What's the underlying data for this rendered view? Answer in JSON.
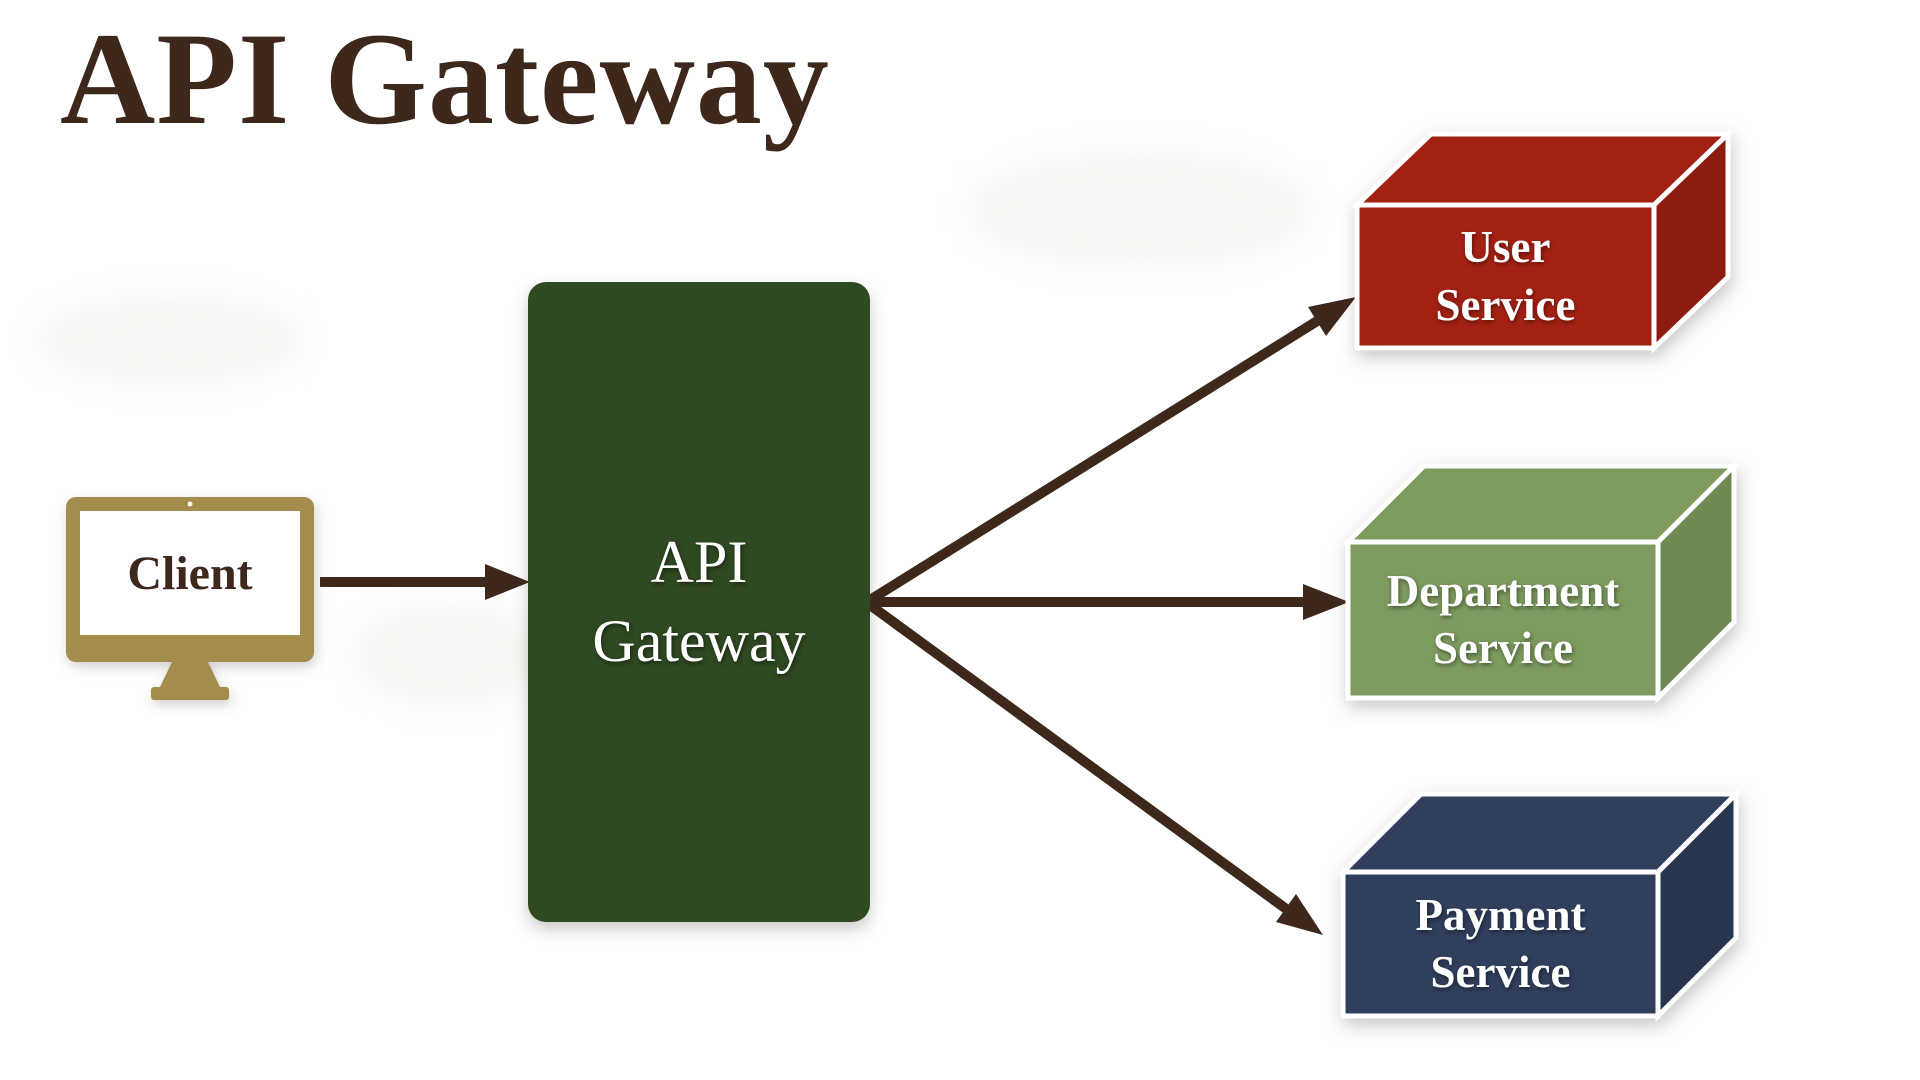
{
  "title": "API Gateway",
  "client": {
    "label": "Client",
    "icon": "desktop-monitor-icon"
  },
  "gateway": {
    "line1": "API",
    "line2": "Gateway"
  },
  "services": [
    {
      "name": "User Service",
      "line1": "User",
      "line2": "Service"
    },
    {
      "name": "Department Service",
      "line1": "Department",
      "line2": "Service"
    },
    {
      "name": "Payment Service",
      "line1": "Payment",
      "line2": "Service"
    }
  ],
  "colors": {
    "brown": "#3D281B",
    "gold": "#A48C4D",
    "gateway_green": "#2F4922",
    "user_red": "#A32113",
    "user_red_side": "#8D1C0F",
    "dept_green": "#7D9B5F",
    "dept_green_side": "#6E8A52",
    "payment_navy": "#303F5C",
    "payment_navy_side": "#293650",
    "white": "#FFFFFF"
  }
}
